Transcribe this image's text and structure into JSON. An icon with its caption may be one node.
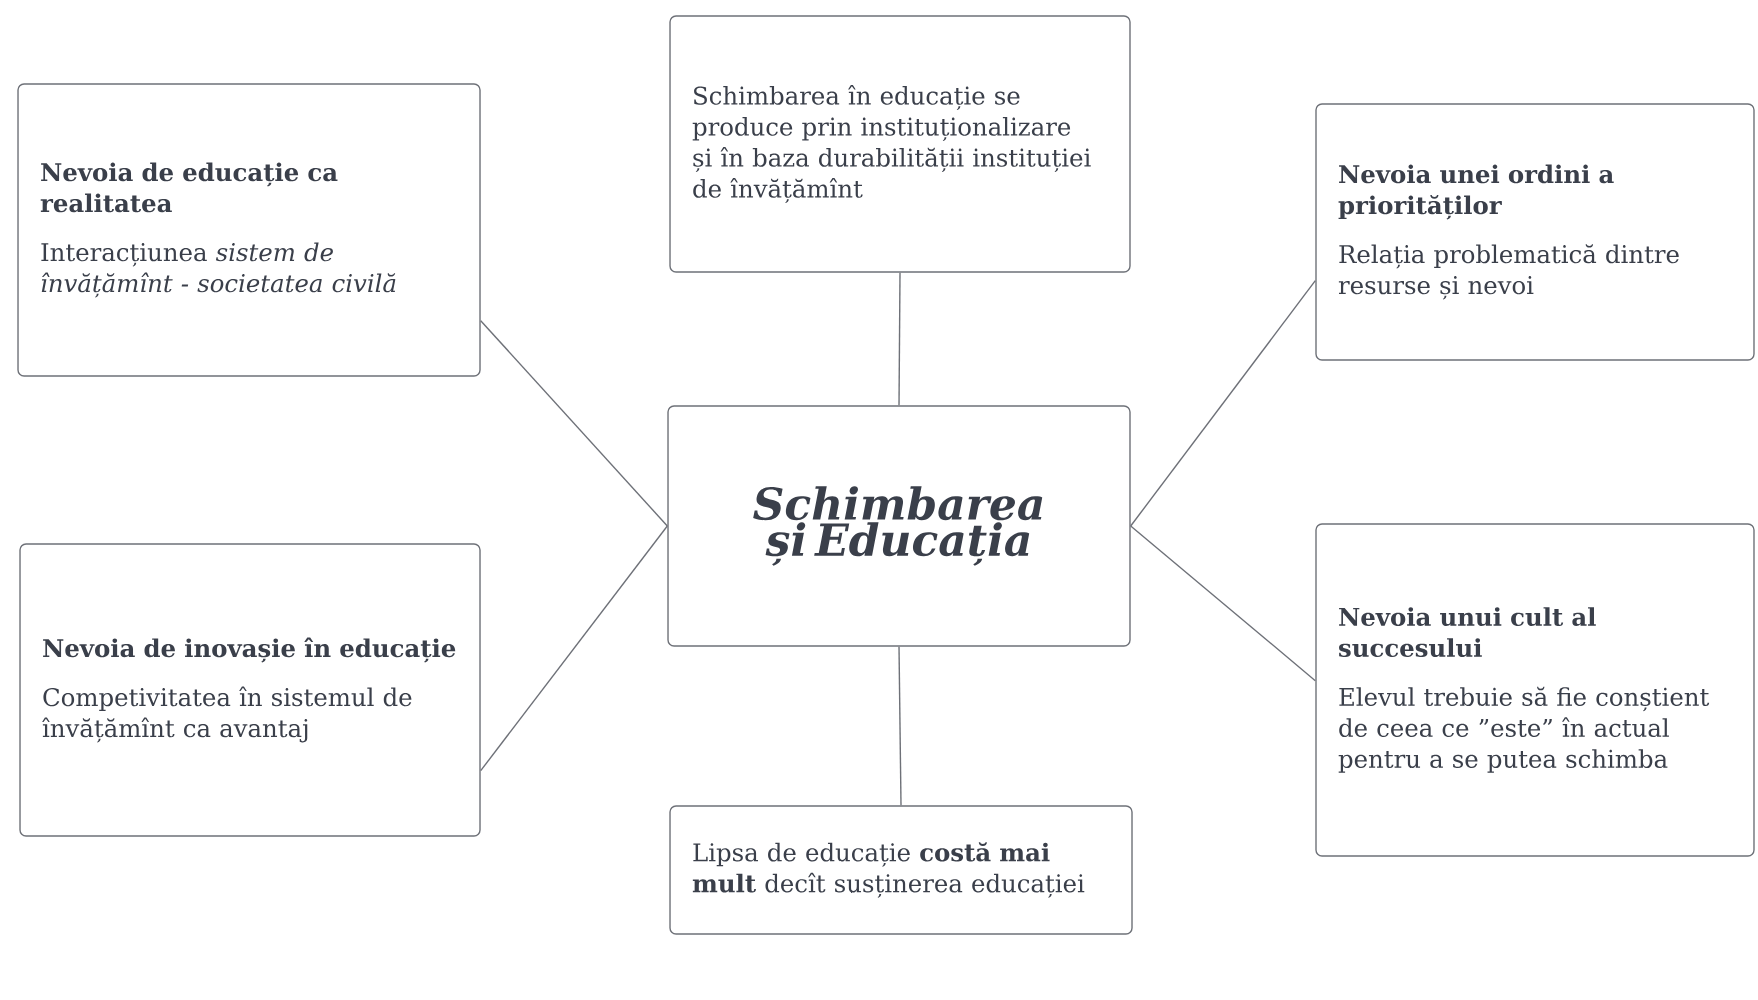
{
  "diagram": {
    "nodes": [
      {
        "text": [
          "Schimbarea și Educația"
        ]
      },
      {
        "text": [
          "Schimbarea în educație se produce prin instituționalizare și în baza durabilității instituției de învățămînt"
        ]
      },
      {
        "text": [
          "Nevoia de educație ca realitatea",
          "Interacțiunea *sistem de învățămînt - societatea civilă*"
        ]
      },
      {
        "text": [
          "Nevoia unei ordini a priorităților",
          "Relația problematică dintre resurse și nevoi"
        ]
      },
      {
        "text": [
          "Nevoia de inovașie în educație",
          "Competivitatea în sistemul de învățămînt ca avantaj"
        ]
      },
      {
        "text": [
          "Nevoia unui cult al succesului",
          "Elevul trebuie să fie conștient de ceea ce ”este” în actual pentru a se putea schimba"
        ]
      },
      {
        "text": [
          "Lipsa de educație **costă mai mult** decît susținerea educației"
        ]
      }
    ],
    "edges": [
      {
        "from": 0,
        "to": 1,
        "arrow": "none"
      },
      {
        "from": 0,
        "to": 2,
        "arrow": "none"
      },
      {
        "from": 0,
        "to": 3,
        "arrow": "none"
      },
      {
        "from": 0,
        "to": 4,
        "arrow": "none"
      },
      {
        "from": 0,
        "to": 5,
        "arrow": "none"
      },
      {
        "from": 0,
        "to": 6,
        "arrow": "none"
      }
    ]
  }
}
